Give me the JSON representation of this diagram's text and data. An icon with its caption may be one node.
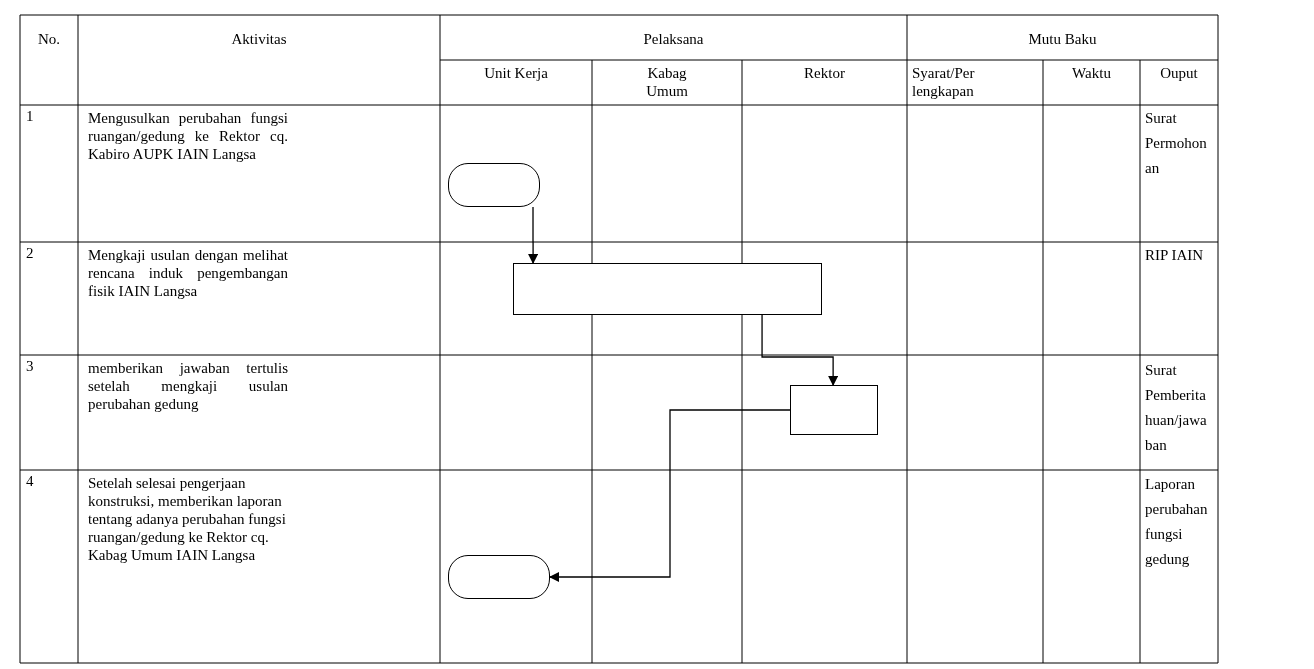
{
  "diagram": {
    "nodes": [
      {
        "text": [],
        "shape": "terminator"
      },
      {
        "text": [],
        "shape": "box"
      },
      {
        "text": [],
        "shape": "box"
      },
      {
        "text": [],
        "shape": "terminator"
      }
    ],
    "edges": [
      {
        "from": 0,
        "to": 1,
        "arrow": "to"
      },
      {
        "from": 1,
        "to": 2,
        "arrow": "to"
      },
      {
        "from": 2,
        "to": 3,
        "arrow": "to"
      }
    ],
    "labels": [
      "No.",
      "Aktivitas",
      "Pelaksana",
      "Mutu Baku",
      "Unit Kerja",
      "Kabag Umum",
      "Rektor",
      "Syarat/Per lengkapan",
      "Waktu",
      "Ouput",
      "1",
      "Mengusulkan perubahan fungsi ruangan/gedung ke Rektor cq. Kabiro AUPK IAIN Langsa",
      "Surat Permohon an",
      "2",
      "Mengkaji usulan dengan melihat rencana induk pengembangan fisik IAIN Langsa",
      "RIP IAIN",
      "3",
      "memberikan jawaban tertulis setelah mengkaji usulan perubahan gedung",
      "Surat Pemberita huan/jawa ban",
      "4",
      "Setelah selesai pengerjaan konstruksi, memberikan laporan tentang adanya perubahan fungsi ruangan/gedung ke Rektor cq. Kabag Umum IAIN Langsa",
      "Laporan perubahan fungsi gedung"
    ]
  }
}
